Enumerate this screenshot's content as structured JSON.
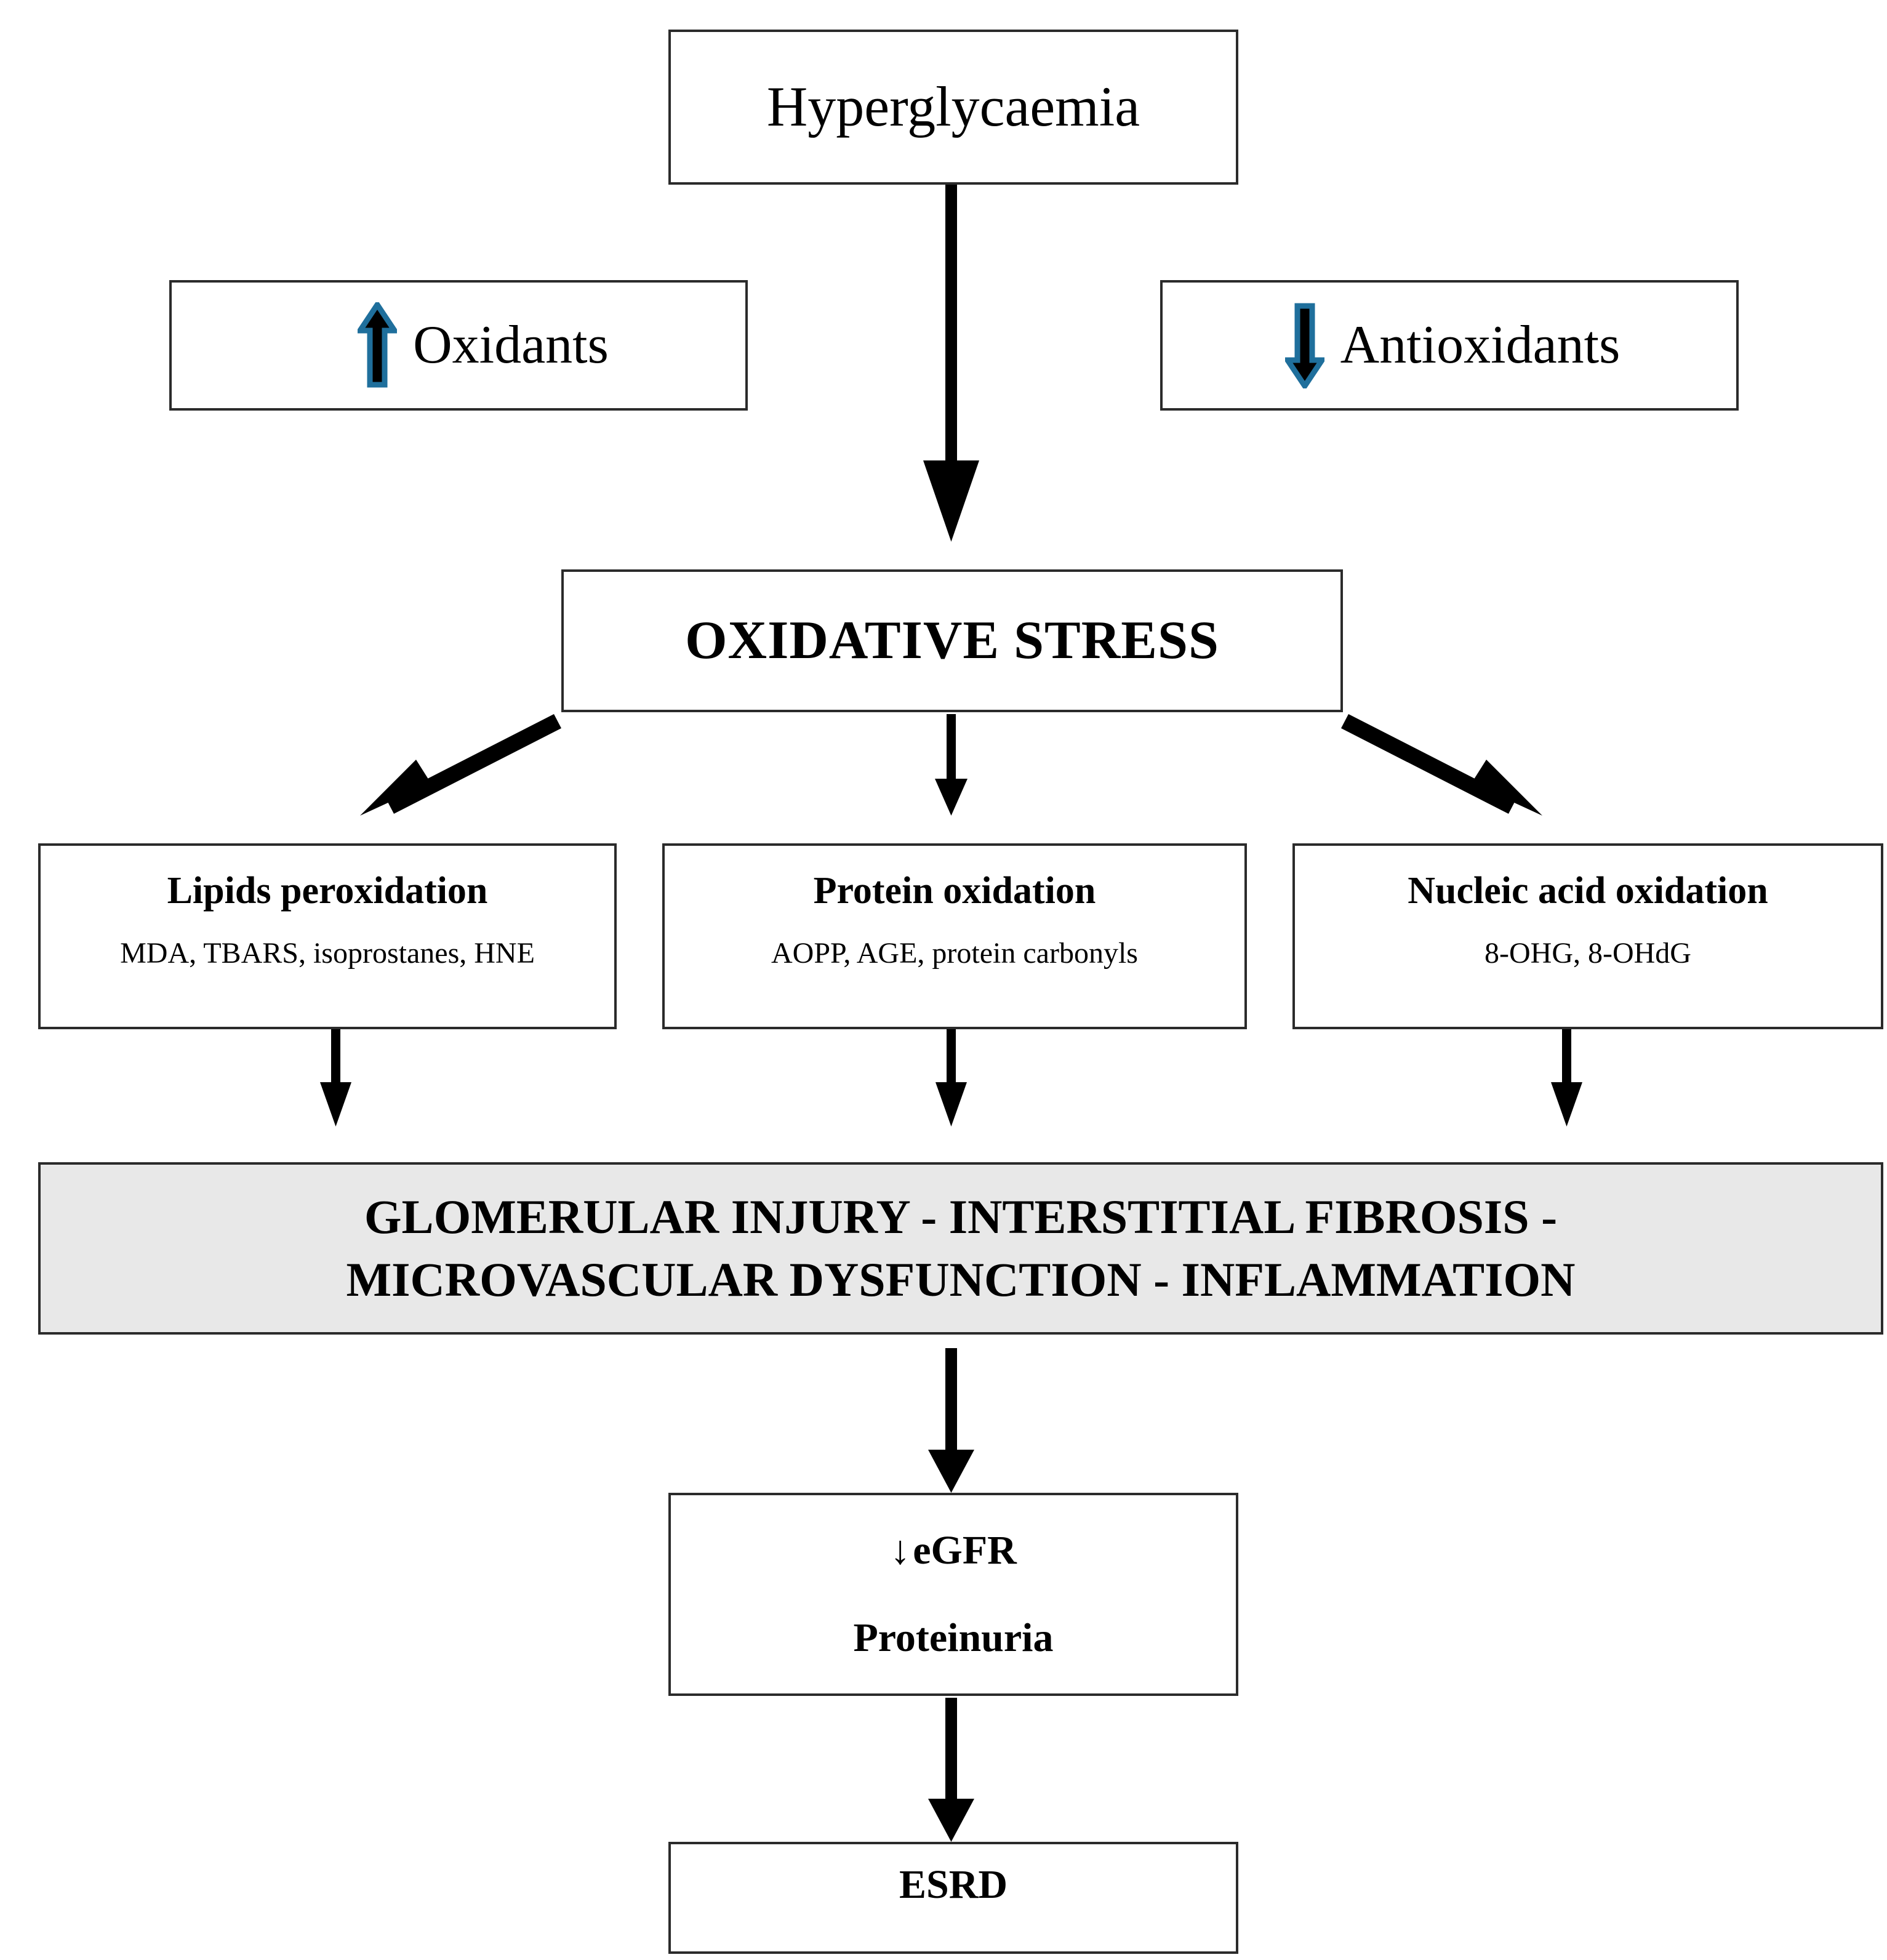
{
  "diagram": {
    "title_node": {
      "label": "Hyperglycaemia"
    },
    "modifiers": [
      {
        "id": "oxidants",
        "label": "Oxidants",
        "icon": "up-arrow-icon",
        "direction": "up",
        "icon_fill": "#000000",
        "icon_stroke": "#1f6f9c"
      },
      {
        "id": "antioxidants",
        "label": "Antioxidants",
        "icon": "down-arrow-icon",
        "direction": "down",
        "icon_fill": "#000000",
        "icon_stroke": "#1f6f9c"
      }
    ],
    "central_node": {
      "label": "OXIDATIVE STRESS"
    },
    "damage_nodes": [
      {
        "id": "lipids",
        "heading": "Lipids peroxidation",
        "markers": "MDA, TBARS, isoprostanes, HNE"
      },
      {
        "id": "protein",
        "heading": "Protein oxidation",
        "markers": "AOPP, AGE, protein carbonyls"
      },
      {
        "id": "nucleic",
        "heading": "Nucleic acid oxidation",
        "markers": "8-OHG, 8-OHdG"
      }
    ],
    "outcome_node": {
      "line1": "GLOMERULAR INJURY - INTERSTITIAL FIBROSIS -",
      "line2": "MICROVASCULAR DYSFUNCTION - INFLAMMATION",
      "fill": "#e8e8e8"
    },
    "clinical_node": {
      "line1_arrow": "↓",
      "line1_label": "eGFR",
      "line2_label": "Proteinuria"
    },
    "terminal_node": {
      "label": "ESRD"
    }
  },
  "colors": {
    "border": "#2b2b2b",
    "text": "#000000",
    "shaded_fill": "#e8e8e8",
    "accent_blue": "#1f6f9c",
    "arrow_black": "#000000",
    "page_background": "#ffffff"
  }
}
